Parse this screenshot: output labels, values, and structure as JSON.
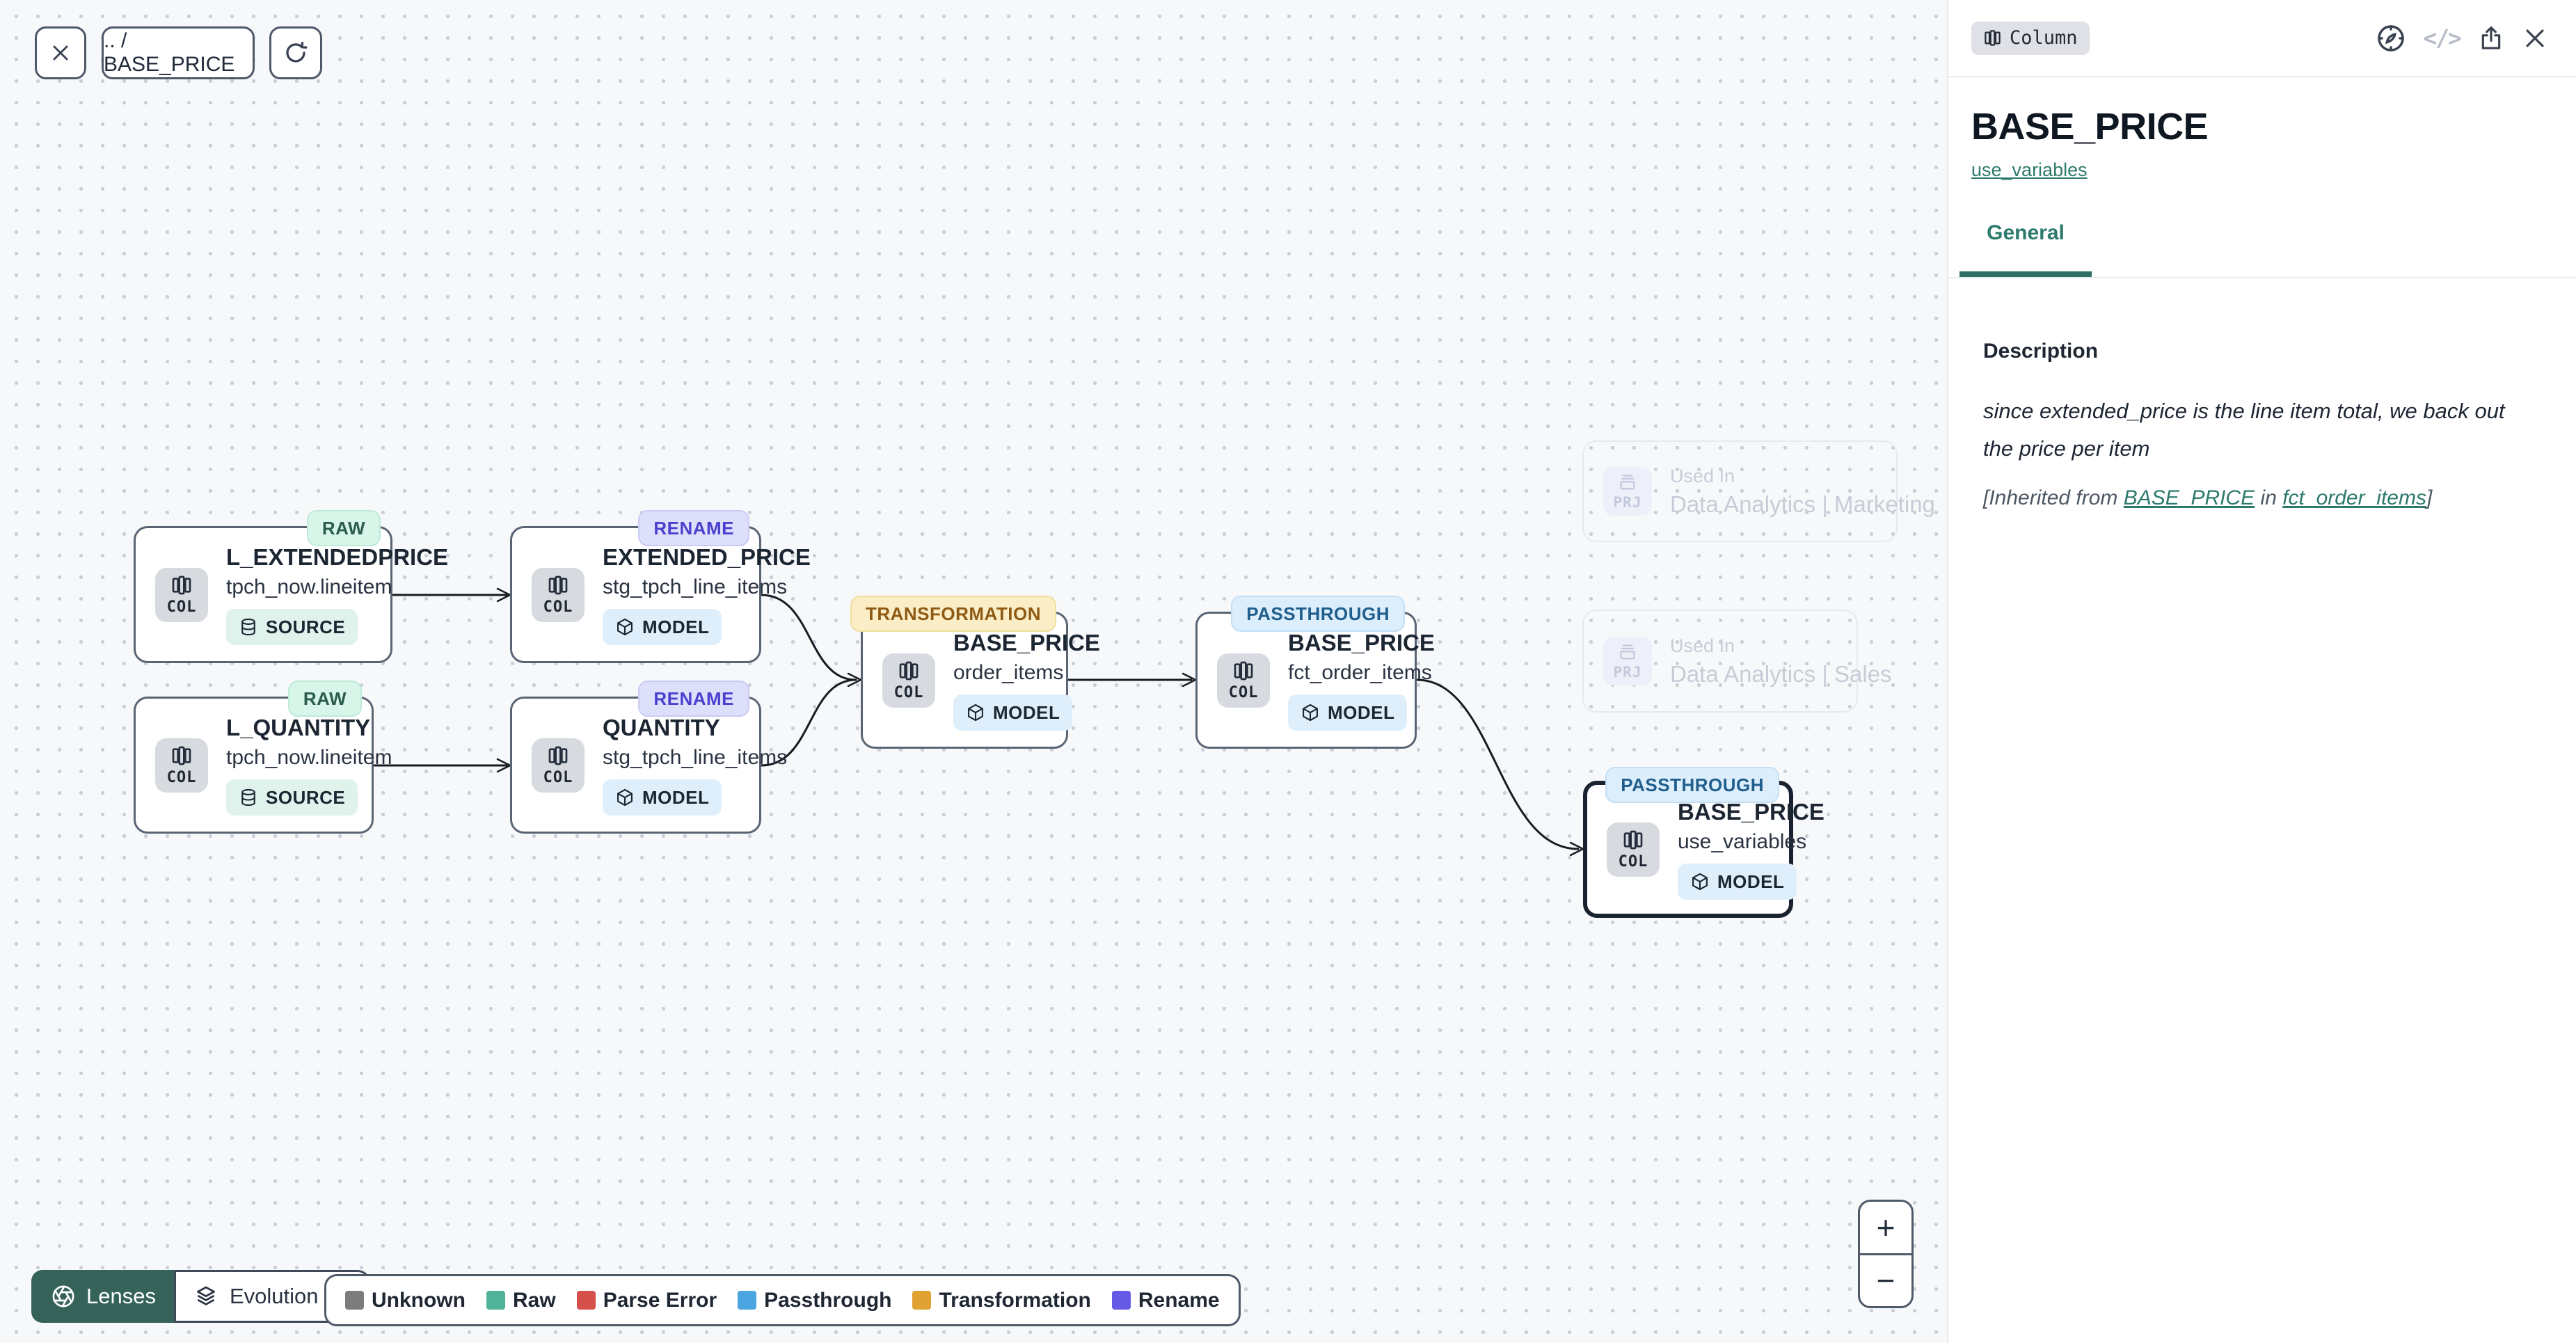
{
  "toolbar": {
    "breadcrumb": ".. / BASE_PRICE"
  },
  "panel": {
    "type_badge": "Column",
    "title": "BASE_PRICE",
    "model_link": "use_variables",
    "tab_general": "General",
    "description_heading": "Description",
    "description_body": "since extended_price is the line item total, we back out the price per item",
    "inherited": {
      "prefix": "[Inherited from ",
      "column_link": "BASE_PRICE",
      "middle": " in ",
      "model_link": "fct_order_items",
      "suffix": "]"
    }
  },
  "canvas": {
    "nodes": [
      {
        "badge": "RAW",
        "type": "COL",
        "title": "L_EXTENDEDPRICE",
        "subtitle": "tpch_now.lineitem",
        "chip": "SOURCE"
      },
      {
        "badge": "RENAME",
        "type": "COL",
        "title": "EXTENDED_PRICE",
        "subtitle": "stg_tpch_line_items",
        "chip": "MODEL"
      },
      {
        "badge": "RAW",
        "type": "COL",
        "title": "L_QUANTITY",
        "subtitle": "tpch_now.lineitem",
        "chip": "SOURCE"
      },
      {
        "badge": "RENAME",
        "type": "COL",
        "title": "QUANTITY",
        "subtitle": "stg_tpch_line_items",
        "chip": "MODEL"
      },
      {
        "badge": "TRANSFORMATION",
        "type": "COL",
        "title": "BASE_PRICE",
        "subtitle": "order_items",
        "chip": "MODEL"
      },
      {
        "badge": "PASSTHROUGH",
        "type": "COL",
        "title": "BASE_PRICE",
        "subtitle": "fct_order_items",
        "chip": "MODEL"
      },
      {
        "badge": "PASSTHROUGH",
        "type": "COL",
        "title": "BASE_PRICE",
        "subtitle": "use_variables",
        "chip": "MODEL"
      }
    ],
    "ghosts": [
      {
        "type": "PRJ",
        "label": "Used In",
        "project": "Data Analytics | Marketing"
      },
      {
        "type": "PRJ",
        "label": "Used In",
        "project": "Data Analytics | Sales"
      }
    ]
  },
  "footer": {
    "lenses": "Lenses",
    "lens": "Evolution",
    "legend": [
      {
        "label": "Unknown",
        "color": "#7C7C7C"
      },
      {
        "label": "Raw",
        "color": "#4FB39A"
      },
      {
        "label": "Parse Error",
        "color": "#D5504B"
      },
      {
        "label": "Passthrough",
        "color": "#4BA5E0"
      },
      {
        "label": "Transformation",
        "color": "#DFA233"
      },
      {
        "label": "Rename",
        "color": "#6659E6"
      }
    ],
    "zoom_in": "+",
    "zoom_out": "−"
  }
}
